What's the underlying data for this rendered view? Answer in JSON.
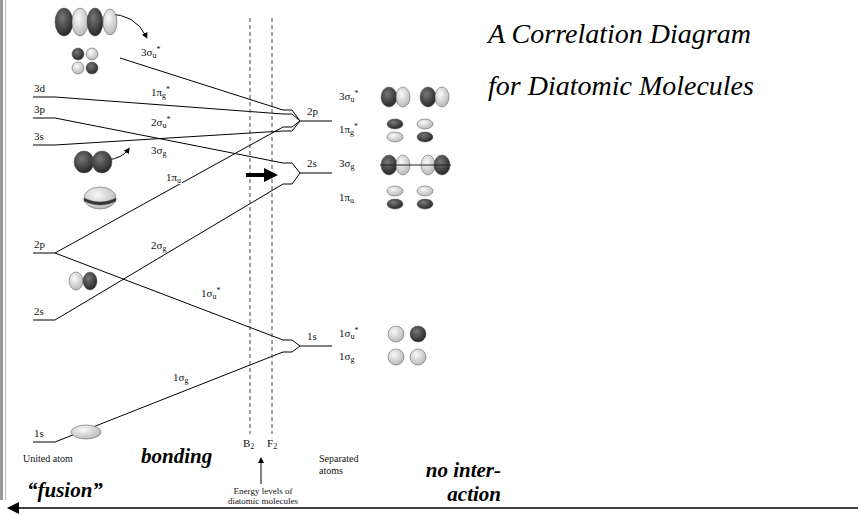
{
  "diagram": {
    "title": "A Correlation Diagram for Diatomic Molecules",
    "labels": [
      "3d",
      "3p",
      "3s",
      "2p",
      "2s",
      "1s",
      "3σu*",
      "1πg*",
      "2σu*",
      "3σg",
      "1πu",
      "2σg",
      "1σu*",
      "1σg",
      "2p",
      "2s",
      "1s",
      "3σu*",
      "1πg*",
      "3σg",
      "1πu",
      "1σu*",
      "1σg",
      "B2",
      "F2",
      "Energy levels of diatomic molecules",
      "United atom",
      "Separated atoms",
      "bonding",
      "no inter- action",
      "“fusion”"
    ]
  }
}
